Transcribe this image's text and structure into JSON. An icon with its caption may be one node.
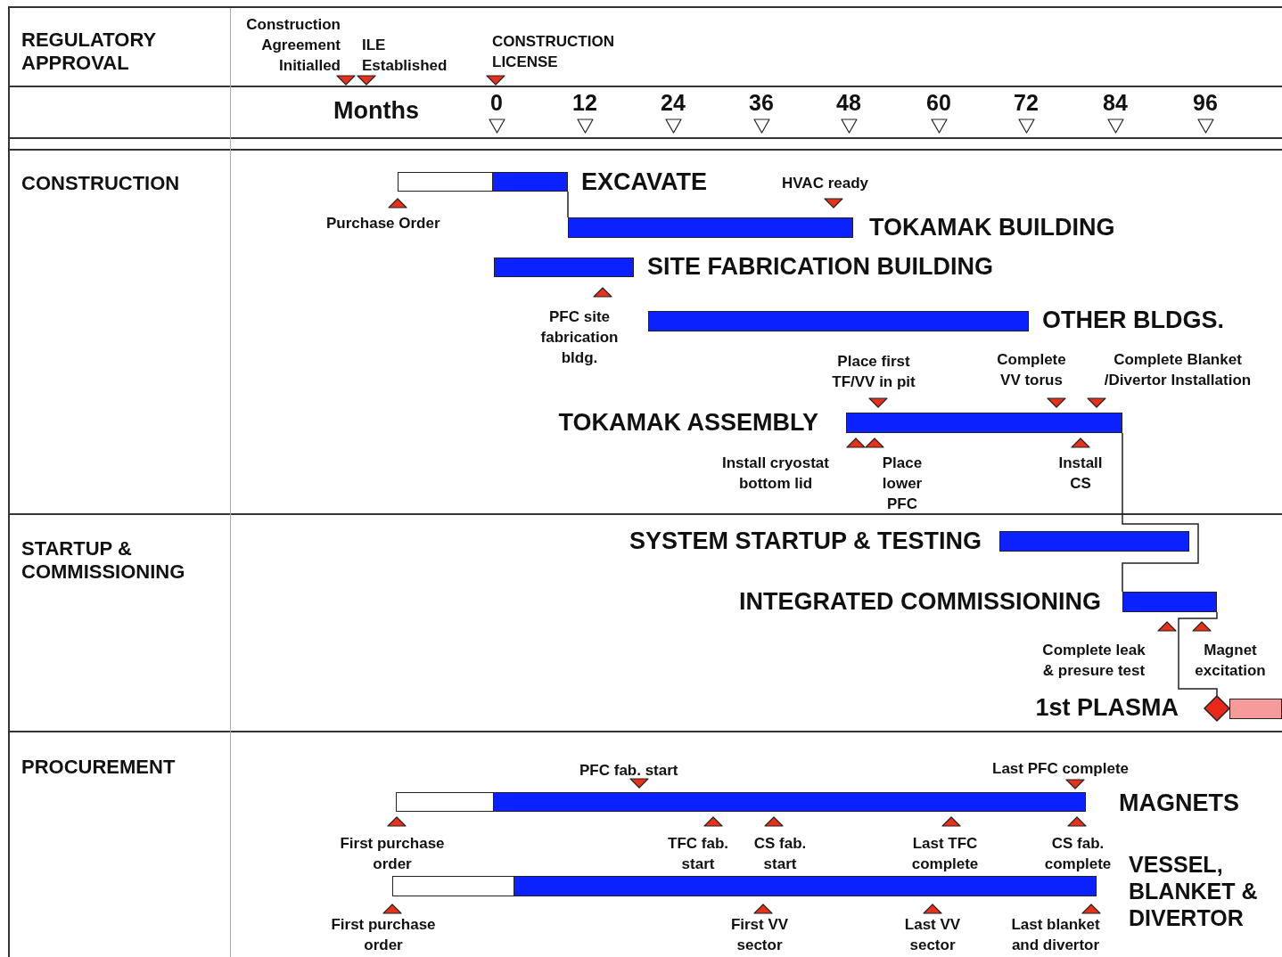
{
  "diagram": {
    "nodes": [
      {
        "text": [
          "EXCAVATE"
        ]
      },
      {
        "text": [
          "TOKAMAK BUILDING"
        ]
      },
      {
        "text": [
          "SITE FABRICATION BUILDING"
        ]
      },
      {
        "text": [
          "OTHER BLDGS."
        ]
      },
      {
        "text": [
          "TOKAMAK ASSEMBLY"
        ]
      },
      {
        "text": [
          "SYSTEM STARTUP & TESTING"
        ]
      },
      {
        "text": [
          "INTEGRATED COMMISSIONING"
        ]
      },
      {
        "text": [
          "1st PLASMA"
        ]
      },
      {
        "text": [],
        "shape": "bar"
      },
      {
        "text": [
          "MAGNETS"
        ]
      },
      {
        "text": [
          "VESSEL, BLANKET & DIVERTOR"
        ]
      }
    ],
    "edges": [
      {
        "from": 0,
        "to": 1,
        "arrow": "none"
      },
      {
        "from": 4,
        "to": 6,
        "arrow": "none"
      },
      {
        "from": 6,
        "to": 7,
        "arrow": "none"
      }
    ],
    "labels": [
      "REGULATORY APPROVAL",
      "Construction Agreement Initialled",
      "ILE Established",
      "CONSTRUCTION LICENSE",
      "Months",
      "0",
      "12",
      "24",
      "36",
      "48",
      "60",
      "72",
      "84",
      "96",
      "CONSTRUCTION",
      "HVAC ready",
      "Purchase Order",
      "PFC site fabrication bldg.",
      "Place first TF/VV in pit",
      "Complete VV torus",
      "Complete Blanket /Divertor Installation",
      "Install cryostat bottom lid",
      "Place lower PFC",
      "Install CS",
      "STARTUP & COMMISSIONING",
      "Complete leak & presure test",
      "Magnet excitation",
      "PROCUREMENT",
      "PFC fab. start",
      "Last PFC complete",
      "First purchase order",
      "TFC fab. start",
      "CS fab. start",
      "Last TFC complete",
      "CS fab. complete",
      "First purchase order",
      "First VV sector",
      "Last VV sector",
      "Last blanket and divertor"
    ]
  }
}
